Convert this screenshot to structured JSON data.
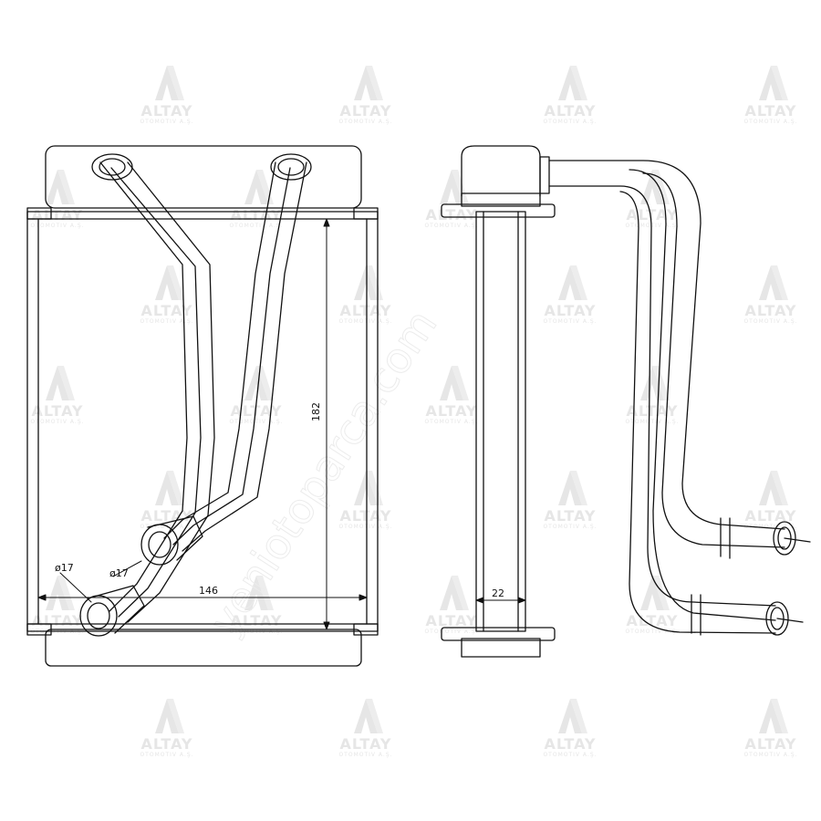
{
  "watermark": {
    "brand": "ALTAY",
    "subtitle": "OTOMOTIV A.Ş."
  },
  "site_watermark": "yeniotoparca.com",
  "dimensions": {
    "width": "146",
    "height": "182",
    "depth": "22",
    "pipe_diameter_outlet": "ø17",
    "pipe_diameter_inlet": "ø17"
  },
  "colors": {
    "line": "#111111",
    "watermark": "#e6e6e6"
  }
}
